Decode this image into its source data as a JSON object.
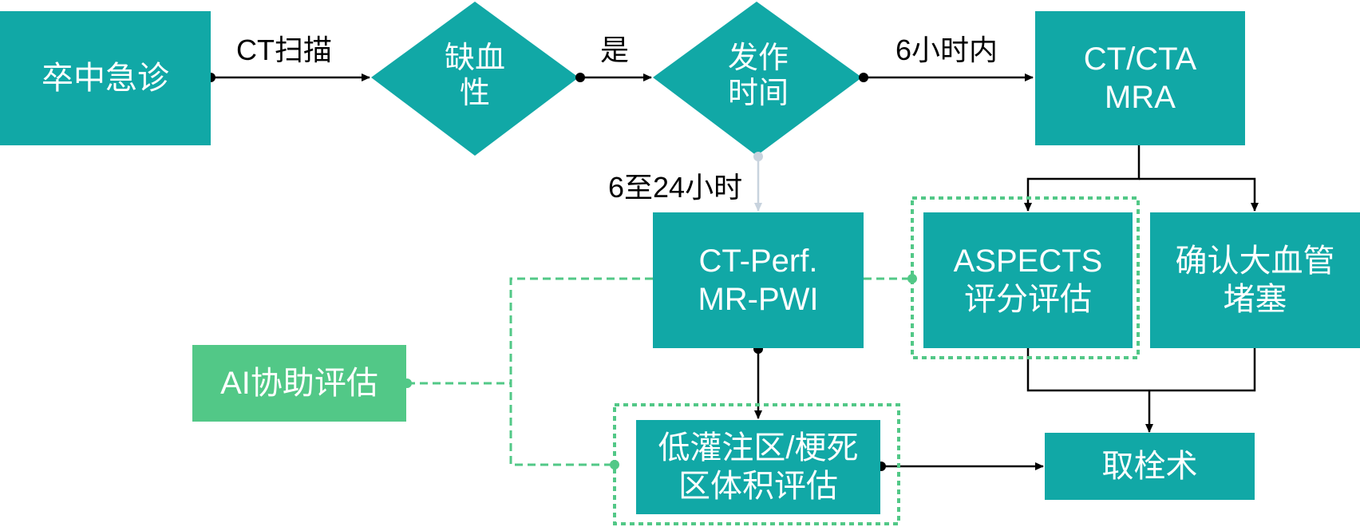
{
  "nodes": {
    "stroke_er": "卒中急诊",
    "ischemic_line1": "缺血",
    "ischemic_line2": "性",
    "onset_line1": "发作",
    "onset_line2": "时间",
    "cta_line1": "CT/CTA",
    "cta_line2": "MRA",
    "perf_line1": "CT-Perf.",
    "perf_line2": "MR-PWI",
    "aspects_line1": "ASPECTS",
    "aspects_line2": "评分评估",
    "occlusion_line1": "确认大血管",
    "occlusion_line2": "堵塞",
    "ai_assist": "AI协助评估",
    "infarct_line1": "低灌注区/梗死",
    "infarct_line2": "区体积评估",
    "thrombectomy": "取栓术"
  },
  "edges": {
    "ct_scan": "CT扫描",
    "yes": "是",
    "within_6h": "6小时内",
    "6_to_24h": "6至24小时"
  },
  "colors": {
    "teal": "#11a8a6",
    "green": "#52c887",
    "dashed_green": "#52c887",
    "line": "#000000",
    "light_arrow": "#c8d3de"
  }
}
